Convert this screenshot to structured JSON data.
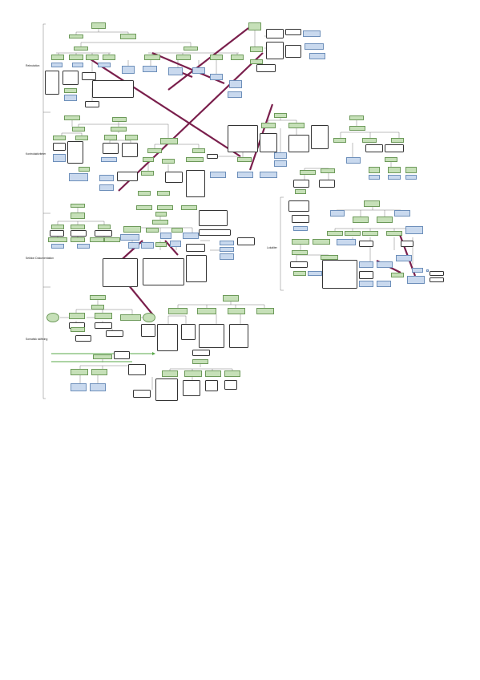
{
  "sections": [
    {
      "id": "s1",
      "label": "Rekrutation"
    },
    {
      "id": "s2",
      "label": "Kontrolaktiviteter"
    },
    {
      "id": "s3",
      "label": "Sektion Dokumentation"
    },
    {
      "id": "s4",
      "label": "Somatisk skiftning"
    },
    {
      "id": "s5",
      "label": "Lokaliter"
    }
  ],
  "colors": {
    "green_node": "#c6e0b8",
    "blue_node": "#c9d9ee",
    "white_node": "#ffffff",
    "arrow": "#7a1f4c",
    "bar": "#5aa84a"
  }
}
